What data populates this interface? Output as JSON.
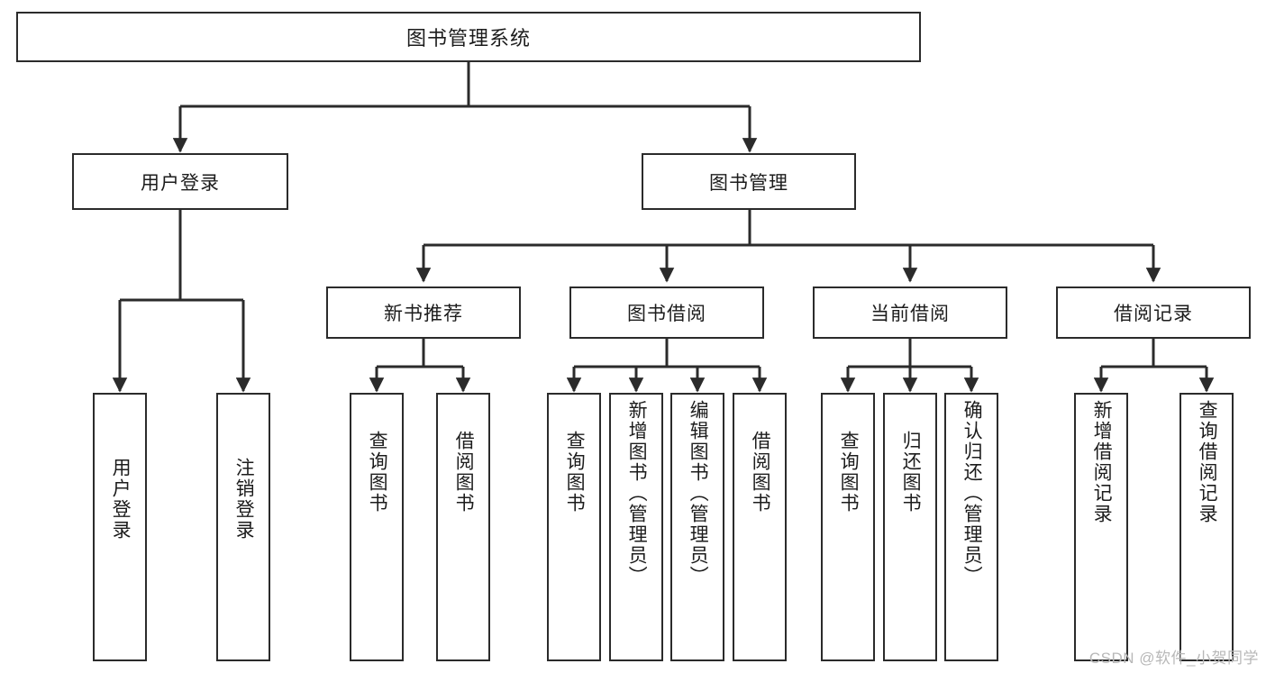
{
  "diagram": {
    "title": "图书管理系统",
    "type": "hierarchy-tree",
    "watermark": "CSDN @软件_小贺同学",
    "colors": {
      "background": "#ffffff",
      "box_fill": "#ffffff",
      "box_border": "#2b2b2b",
      "connector": "#2b2b2b",
      "text": "#1c1c1c",
      "watermark": "#b8b8b8"
    },
    "nodes": {
      "root": {
        "label": "图书管理系统"
      },
      "level2": [
        {
          "id": "user-login",
          "label": "用户登录"
        },
        {
          "id": "book-manage",
          "label": "图书管理"
        }
      ],
      "level3": [
        {
          "id": "new-book-rec",
          "label": "新书推荐"
        },
        {
          "id": "book-borrow",
          "label": "图书借阅"
        },
        {
          "id": "current-borrow",
          "label": "当前借阅"
        },
        {
          "id": "borrow-record",
          "label": "借阅记录"
        }
      ],
      "leaves": {
        "user_login": [
          {
            "id": "leaf-user-login",
            "label": "用户登录"
          },
          {
            "id": "leaf-logout-login",
            "label": "注销登录"
          }
        ],
        "new_book_rec": [
          {
            "id": "leaf-query-book-1",
            "label": "查询图书"
          },
          {
            "id": "leaf-borrow-book-1",
            "label": "借阅图书"
          }
        ],
        "book_borrow": [
          {
            "id": "leaf-query-book-2",
            "label": "查询图书"
          },
          {
            "id": "leaf-add-book",
            "label": "新增图书（管理员）"
          },
          {
            "id": "leaf-edit-book",
            "label": "编辑图书（管理员）"
          },
          {
            "id": "leaf-borrow-book-2",
            "label": "借阅图书"
          }
        ],
        "current_borrow": [
          {
            "id": "leaf-query-book-3",
            "label": "查询图书"
          },
          {
            "id": "leaf-return-book",
            "label": "归还图书"
          },
          {
            "id": "leaf-confirm-return",
            "label": "确认归还（管理员）"
          }
        ],
        "borrow_record": [
          {
            "id": "leaf-add-record",
            "label": "新增借阅记录"
          },
          {
            "id": "leaf-query-record",
            "label": "查询借阅记录"
          }
        ]
      }
    }
  }
}
